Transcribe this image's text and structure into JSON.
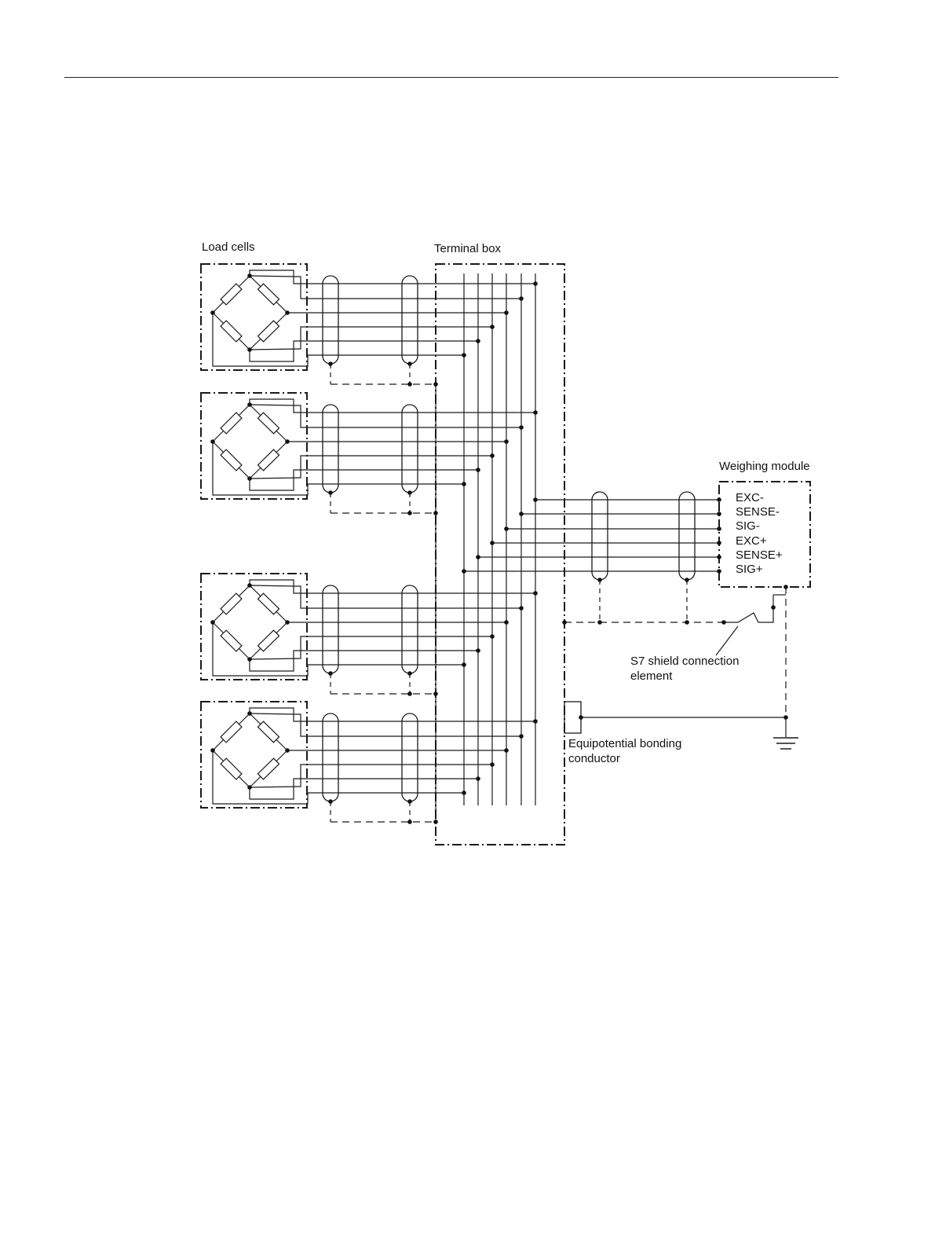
{
  "labels": {
    "load_cells": "Load cells",
    "terminal_box": "Terminal box",
    "weighing_module": "Weighing module",
    "shield_element_line1": "S7 shield connection",
    "shield_element_line2": "element",
    "bonding_line1": "Equipotential bonding",
    "bonding_line2": "conductor"
  },
  "weighing_module": {
    "signals": [
      "EXC-",
      "SENSE-",
      "SIG-",
      "EXC+",
      "SENSE+",
      "SIG+"
    ]
  },
  "load_cell_count": 4,
  "wires_per_cable": 6
}
